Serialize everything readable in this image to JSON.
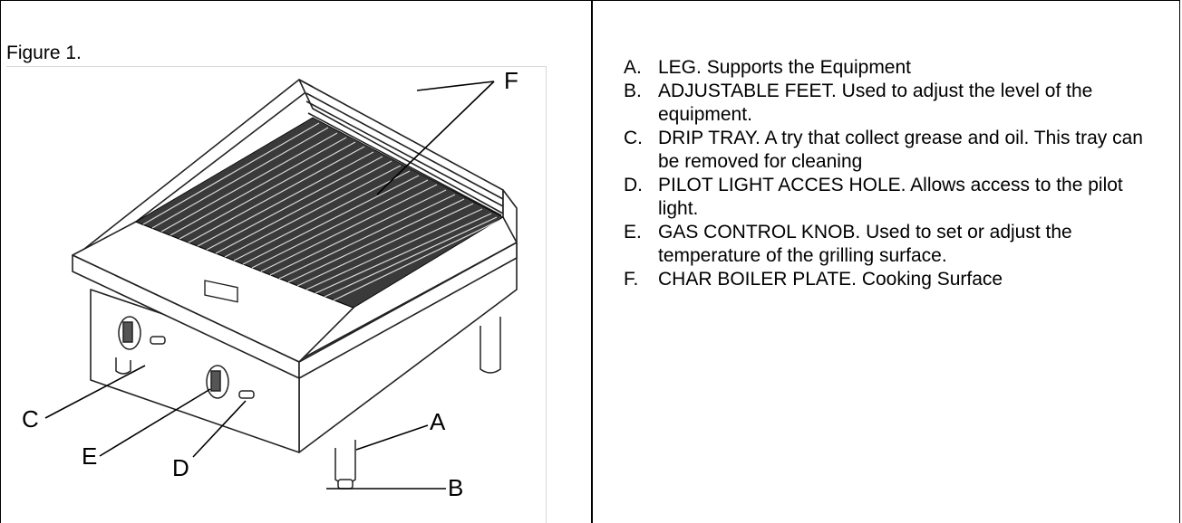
{
  "figure": {
    "label": "Figure 1.",
    "callouts": {
      "a": "A",
      "b": "B",
      "c": "C",
      "d": "D",
      "e": "E",
      "f": "F"
    }
  },
  "parts": [
    {
      "letter": "A.",
      "text": "LEG. Supports the Equipment"
    },
    {
      "letter": "B.",
      "text": "ADJUSTABLE FEET. Used to adjust the level of the equipment."
    },
    {
      "letter": "C.",
      "text": "DRIP TRAY. A try that collect grease and oil. This tray can be removed for cleaning"
    },
    {
      "letter": "D.",
      "text": "PILOT LIGHT ACCES HOLE. Allows access to the pilot light."
    },
    {
      "letter": "E.",
      "text": "GAS CONTROL KNOB. Used to set or adjust the temperature of the grilling surface."
    },
    {
      "letter": "F.",
      "text": "CHAR BOILER PLATE. Cooking Surface"
    }
  ]
}
